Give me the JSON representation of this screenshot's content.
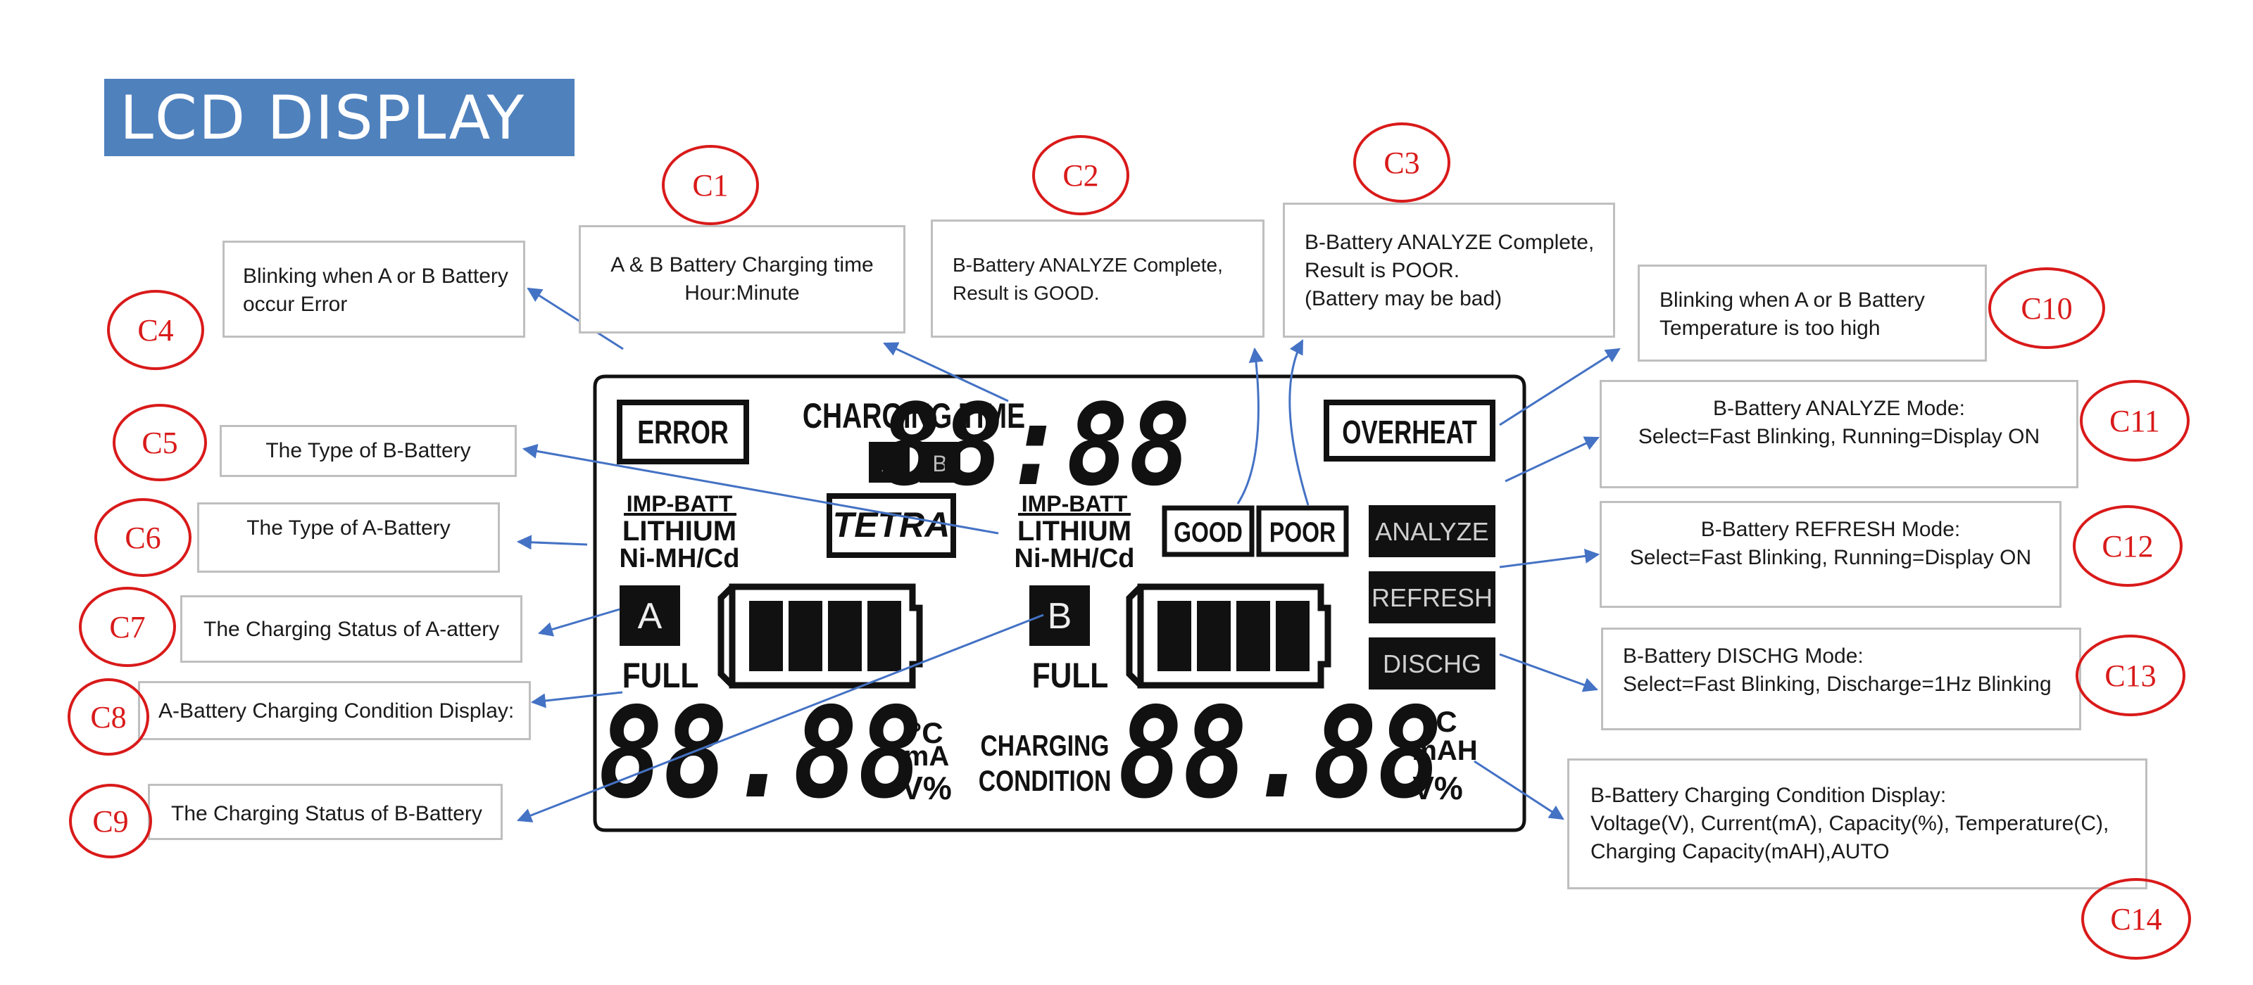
{
  "title": "LCD DISPLAY",
  "lcd": {
    "error": "ERROR",
    "charging_time": "CHARGING TIME",
    "time_digits": "88:88",
    "overheat": "OVERHEAT",
    "slot_a_small": "A",
    "slot_b_small": "B",
    "tetra": "TETRA",
    "imp_batt": "IMP-BATT",
    "lithium": "LITHIUM",
    "nimh": "Ni-MH/Cd",
    "good": "GOOD",
    "poor": "POOR",
    "analyze": "ANALYZE",
    "refresh": "REFRESH",
    "dischg": "DISCHG",
    "slot_a": "A",
    "slot_b": "B",
    "full": "FULL",
    "digits_left": "88.88",
    "digits_right": "88.88",
    "unit_c": "°C",
    "unit_ma": "mA",
    "unit_mah": "mAH",
    "unit_v_pct": "V%",
    "charging": "CHARGING",
    "condition": "CONDITION"
  },
  "notes": {
    "c1": [
      "A & B Battery Charging time",
      "Hour:Minute"
    ],
    "c2": [
      "B-Battery ANALYZE Complete,",
      "Result is GOOD."
    ],
    "c3": [
      "B-Battery ANALYZE Complete,",
      "Result is POOR.",
      "(Battery may be bad)"
    ],
    "c4": [
      "Blinking when A or B Battery",
      "occur Error"
    ],
    "c5": [
      "The Type of B-Battery"
    ],
    "c6": [
      "The Type of A-Battery"
    ],
    "c7": [
      "The Charging Status of A-attery"
    ],
    "c8": [
      "A-Battery Charging Condition Display:"
    ],
    "c9": [
      "The Charging Status of B-Battery"
    ],
    "c10": [
      "Blinking when A or B Battery",
      "Temperature is too high"
    ],
    "c11": [
      "B-Battery ANALYZE Mode:",
      "Select=Fast Blinking, Running=Display ON"
    ],
    "c12": [
      "B-Battery REFRESH Mode:",
      "Select=Fast Blinking, Running=Display ON"
    ],
    "c13": [
      "B-Battery DISCHG Mode:",
      "Select=Fast Blinking, Discharge=1Hz Blinking"
    ],
    "c14": [
      "B-Battery Charging Condition Display:",
      "Voltage(V), Current(mA), Capacity(%), Temperature(C),",
      "Charging Capacity(mAH),AUTO"
    ]
  },
  "callouts": {
    "c1": "C1",
    "c2": "C2",
    "c3": "C3",
    "c4": "C4",
    "c5": "C5",
    "c6": "C6",
    "c7": "C7",
    "c8": "C8",
    "c9": "C9",
    "c10": "C10",
    "c11": "C11",
    "c12": "C12",
    "c13": "C13",
    "c14": "C14"
  },
  "colors": {
    "title_bg": "#4f81bd",
    "callout_red": "#d91a1a",
    "arrow_blue": "#4472c4",
    "note_border": "#bfbfbf",
    "lcd_ink": "#111111"
  }
}
